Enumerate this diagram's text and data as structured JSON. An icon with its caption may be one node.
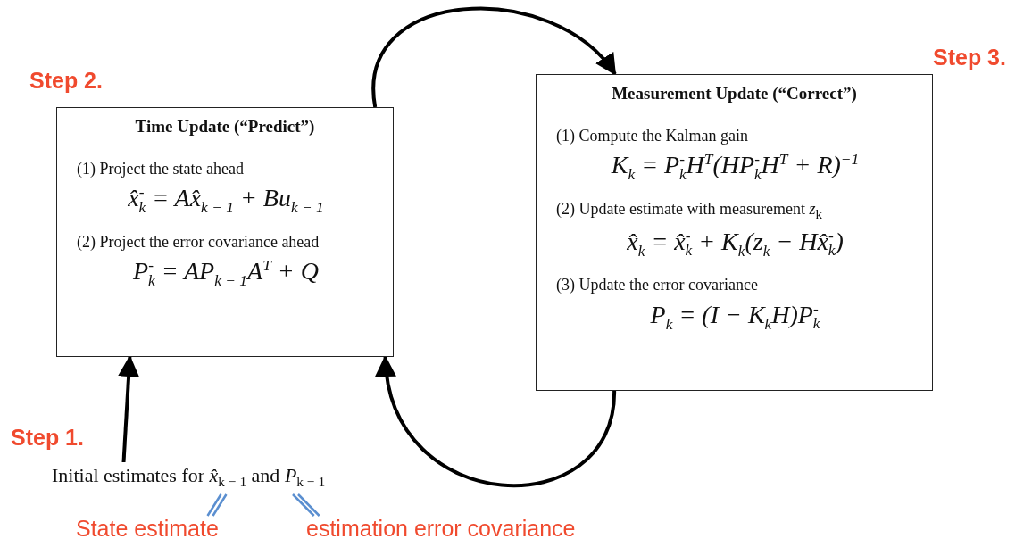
{
  "diagram": {
    "nodes": [
      {
        "text": [
          "Time Update (“Predict”)",
          "(1) Project the state ahead",
          "x̂$^{-}$$_{k}$ = Ax̂$_{k − 1}$ + Bu$_{k − 1}$",
          "(2) Project the error covariance ahead",
          "P$^{-}$$_{k}$ = AP$_{k − 1}$A$^{T}$ + Q"
        ],
        "beside": [
          "Step 2."
        ]
      },
      {
        "text": [
          "Measurement Update (“Correct”)",
          "(1) Compute the Kalman gain",
          "K$_{k}$ = P$^{-}$$_{k}$H$^{T}$(HP$^{-}$$_{k}$H$^{T}$ + R)$^{−1}$",
          "(2) Update estimate with measurement *z*$_{k}$",
          "x̂$_{k}$ = x̂$^{-}$$_{k}$ + K$_{k}$(z$_{k}$ − Hx̂$^{-}$$_{k}$)",
          "(3) Update the error covariance",
          "P$_{k}$ = (I − K$_{k}$H)P$^{-}$$_{k}$"
        ],
        "beside": [
          "Step 3."
        ]
      },
      {
        "text": [
          "Initial estimates for *x̂*$_{k − 1}$ and *P*$_{k − 1}$"
        ],
        "beside": [
          "Step 1."
        ]
      },
      {
        "text": [
          "State estimate"
        ]
      },
      {
        "text": [
          "estimation error covariance"
        ]
      }
    ],
    "edges": [
      {
        "from": 2,
        "to": 0,
        "arrow": "to"
      },
      {
        "from": 0,
        "to": 1,
        "arrow": "to"
      },
      {
        "from": 1,
        "to": 0,
        "arrow": "to"
      },
      {
        "from": 3,
        "to": 2,
        "arrow": "none",
        "color": "#5b8fd0"
      },
      {
        "from": 4,
        "to": 2,
        "arrow": "none",
        "color": "#5b8fd0"
      }
    ]
  }
}
